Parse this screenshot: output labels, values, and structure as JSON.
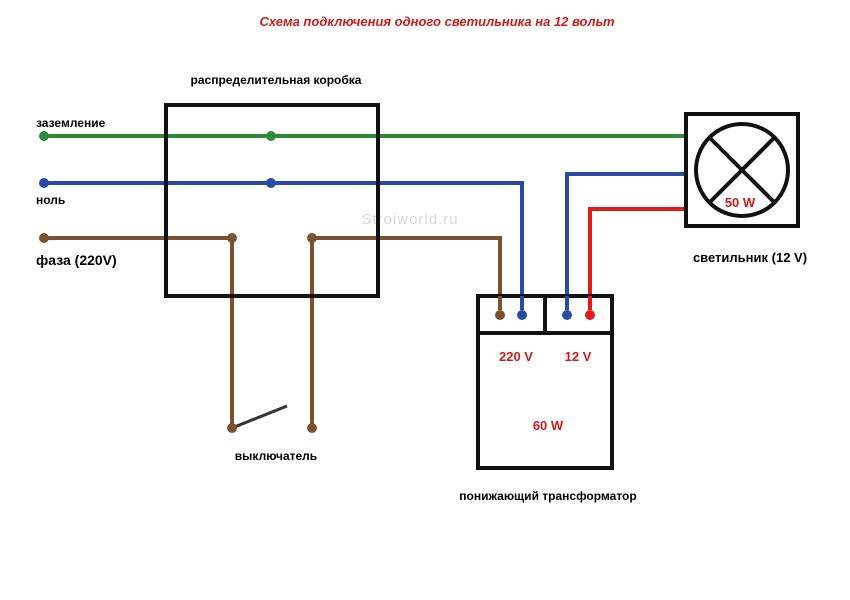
{
  "title": "Схема подключения одного светильника на 12 вольт",
  "watermark": "Stroiworld.ru",
  "labels": {
    "ground": "заземление",
    "neutral": "ноль",
    "phase": "фаза (220V)",
    "junction_box": "распределительная коробка",
    "switch": "выключатель",
    "lamp": "светильник (12 V)",
    "transformer": "понижающий трансформатор",
    "lamp_power": "50 W",
    "input_voltage": "220 V",
    "output_voltage": "12 V",
    "transformer_power": "60 W"
  },
  "colors": {
    "ground_wire": "#2e8b3e",
    "neutral_wire": "#2a4aa8",
    "phase_wire": "#7b5230",
    "low_voltage_wire": "#e21b1b",
    "accent_text": "#d11a1a",
    "outline": "#111111"
  }
}
